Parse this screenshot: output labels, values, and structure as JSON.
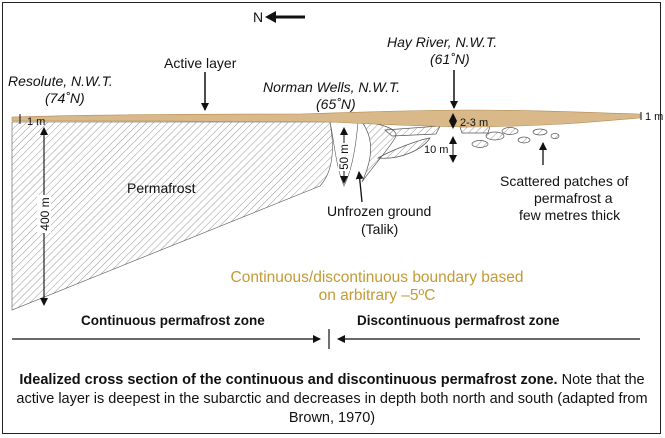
{
  "north": {
    "label": "N"
  },
  "sites": {
    "resolute_name": "Resolute, N.W.T.",
    "resolute_lat": "(74˚N)",
    "norman_name": "Norman Wells, N.W.T.",
    "norman_lat": "(65˚N)",
    "hay_name": "Hay River, N.W.T.",
    "hay_lat": "(61˚N)"
  },
  "labels": {
    "active_layer": "Active layer",
    "permafrost": "Permafrost",
    "unfrozen_1": "Unfrozen ground",
    "unfrozen_2": "(Talik)",
    "scattered_1": "Scattered patches of",
    "scattered_2": "permafrost a",
    "scattered_3": "few metres thick"
  },
  "measurements": {
    "left_active": "1 m",
    "right_active": "1 m",
    "depth_400": "400 m",
    "depth_50": "50 m",
    "hay_active": "2-3 m",
    "hay_patch": "10 m"
  },
  "boundary": {
    "line1": "Continuous/discontinuous boundary based",
    "line2": "on arbitrary –5ºC"
  },
  "zones": {
    "continuous": "Continuous permafrost zone",
    "discontinuous": "Discontinuous permafrost zone"
  },
  "caption": {
    "bold_part": "Idealized cross section of the continuous and discontinuous permafrost zone.",
    "rest": "Note that the active layer is deepest in the subarctic and decreases in depth both north and south (adapted from Brown, 1970)"
  },
  "colors": {
    "active_layer": "#d9b98a",
    "boundary_text": "#c49a36",
    "hatch": "#7a7a7a"
  }
}
